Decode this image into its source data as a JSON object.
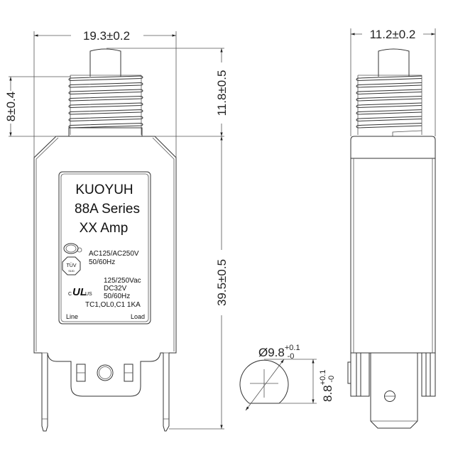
{
  "dimensions": {
    "width_front": "19.3±0.2",
    "width_side": "11.2±0.2",
    "thread_height": "8±0.4",
    "actuator_height": "11.8±0.5",
    "body_height": "39.5±0.5",
    "hole_diameter": {
      "base": "Ø9.8",
      "upper_tol": "+0.1",
      "lower_tol": "-0"
    },
    "hole_flat": {
      "base": "8.8",
      "upper_tol": "+0.1",
      "lower_tol": "-0"
    }
  },
  "label": {
    "brand": "KUOYUH",
    "series": "88A Series",
    "rating": "XX Amp",
    "ccc_rating_1": "AC125/AC250V",
    "ccc_rating_2": "50/60Hz",
    "ul_rating_1": "125/250Vac",
    "ul_rating_2": "DC32V",
    "ul_rating_3": "50/60Hz",
    "ul_rating_4": "TC1,OL0,C1 1KA",
    "terminal_left": "Line",
    "terminal_right": "Load",
    "logos": {
      "ccc": "CCC",
      "ccc_mark": "S",
      "tuv": "TÜV",
      "tuv_sub": "SÜD",
      "ul_c": "C",
      "ul": "UL",
      "ul_us": "US"
    }
  }
}
